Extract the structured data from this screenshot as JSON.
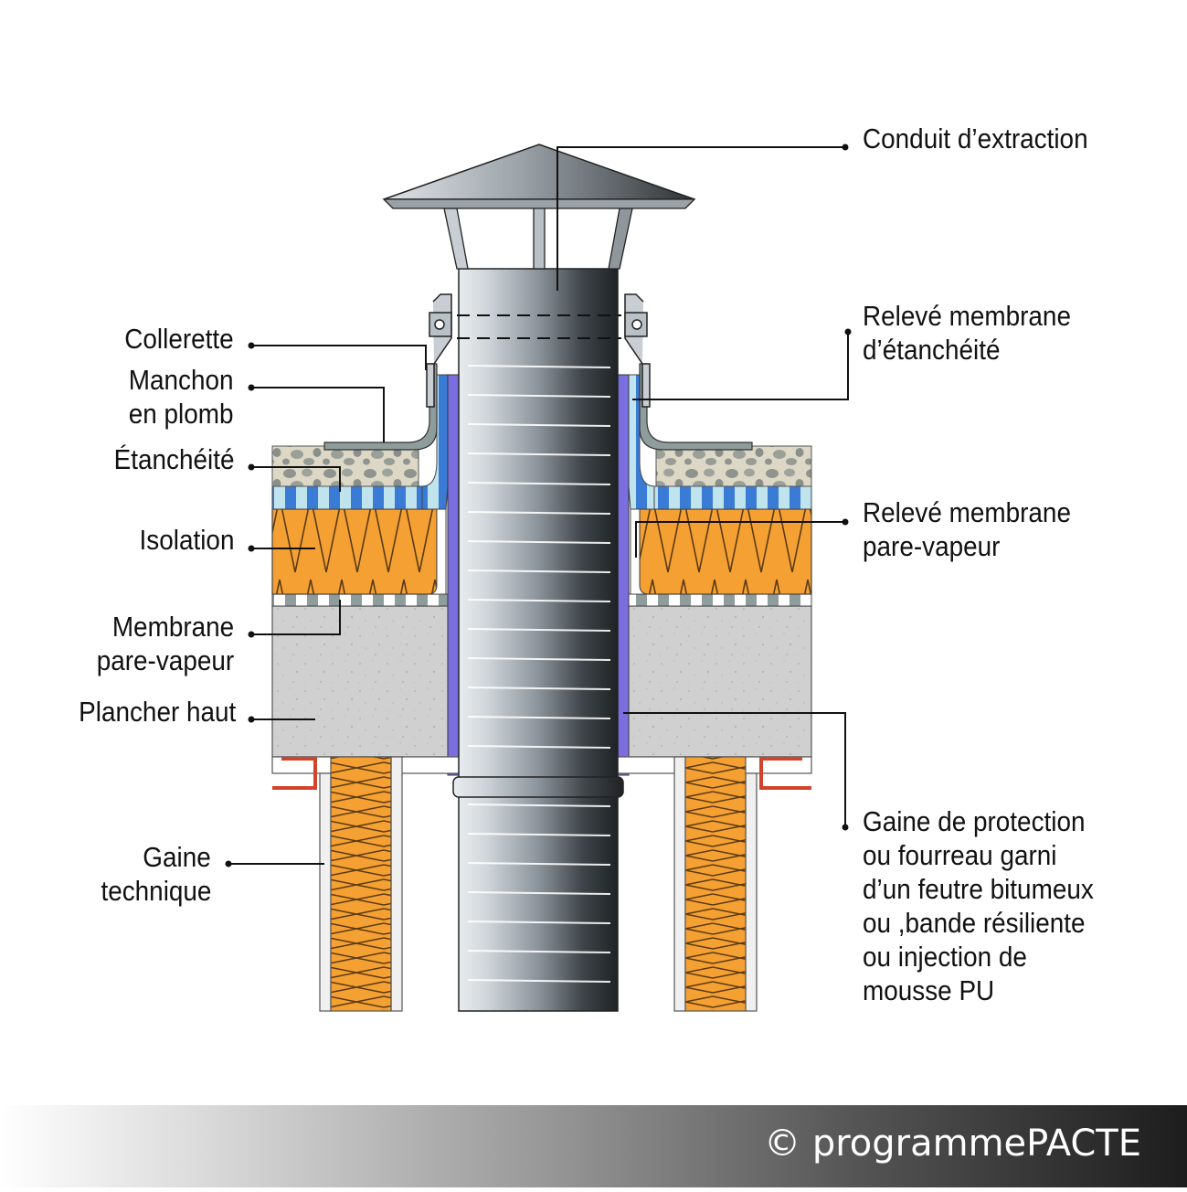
{
  "labels_left": {
    "collerette": "Collerette",
    "manchon_1": "Manchon",
    "manchon_2": "en plomb",
    "etancheite": "Étanchéité",
    "isolation": "Isolation",
    "membrane_1": "Membrane",
    "membrane_2": "pare-vapeur",
    "plancher": "Plancher haut",
    "gaine_1": "Gaine",
    "gaine_2": "technique"
  },
  "labels_right": {
    "conduit": "Conduit d’extraction",
    "releve_etanch_1": "Relevé membrane",
    "releve_etanch_2": "d’étanchéité",
    "releve_pv_1": "Relevé membrane",
    "releve_pv_2": "pare-vapeur",
    "gaine_prot_1": "Gaine de protection",
    "gaine_prot_2": "ou fourreau garni",
    "gaine_prot_3": "d’un feutre bitumeux",
    "gaine_prot_4": "ou ,bande résiliente",
    "gaine_prot_5": "ou injection de",
    "gaine_prot_6": "mousse PU"
  },
  "footer": {
    "copyright": "© programmePACTE"
  },
  "colors": {
    "insulation": "#f5a033",
    "concrete": "#cfcfcf",
    "gravel": "#d8d2bf",
    "membrane_blue": "#3a7bd5",
    "sleeve": "#7b6fe0",
    "lead": "#8e9c9c",
    "flashing_red": "#d2432b"
  }
}
